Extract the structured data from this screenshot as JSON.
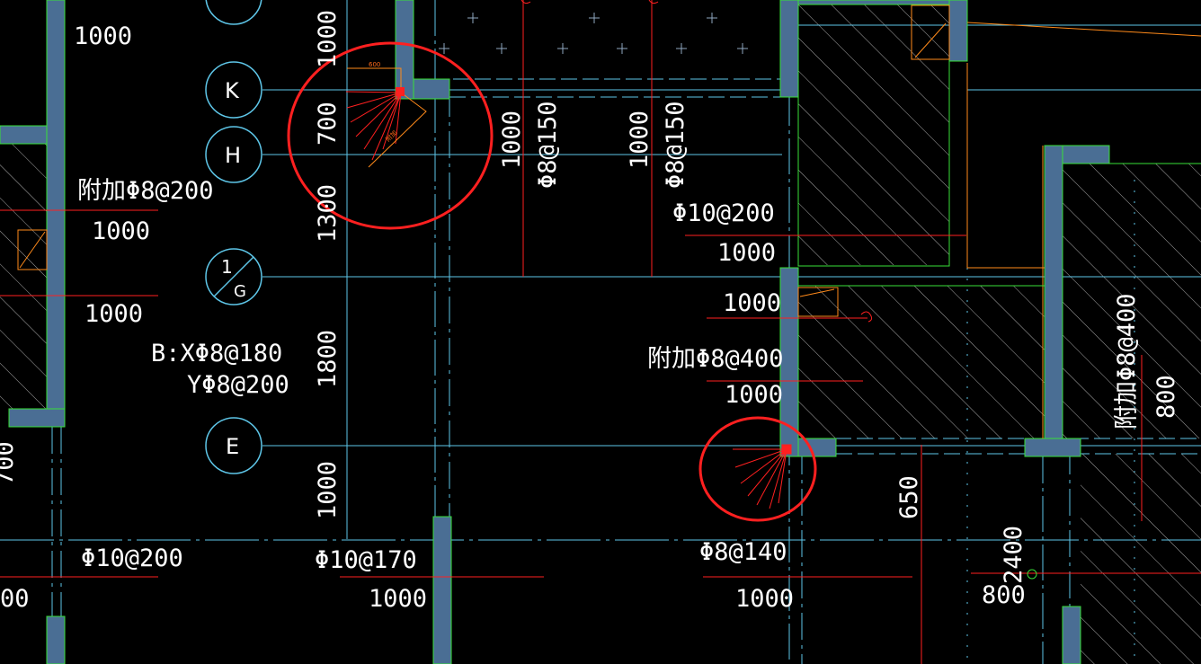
{
  "colors": {
    "background": "#000000",
    "axis": "#5ec6e8",
    "rebar": "#ff2020",
    "wall_fill": "#4a6e94",
    "wall_edge": "#38e038",
    "hatch": "#b0b0b0",
    "annotation_circle": "#ff2020",
    "orange": "#ff8a1a",
    "text": "#ffffff"
  },
  "grid_bubbles": {
    "top": "",
    "k": "K",
    "h": "H",
    "g_num": "1",
    "g_letter": "G",
    "e": "E"
  },
  "vertical_dims": {
    "d1000_top": "1000",
    "d700": "700",
    "d1300": "1300",
    "d1800": "1800",
    "d1000_bottom": "1000"
  },
  "labels": {
    "l_1000_top_left": "1000",
    "l_add8_200": "附加Φ8@200",
    "l_1000_left_a": "1000",
    "l_1000_left_b": "1000",
    "l_bx": "B:XΦ8@180",
    "l_by": "YΦ8@200",
    "l_10_200_bottom": "Φ10@200",
    "l_10_170": "Φ10@170",
    "l_1000_bottom_mid": "1000",
    "l_00_edge": "00",
    "l_10_200_right": "Φ10@200",
    "l_1000_right_a": "1000",
    "l_1000_right_b": "1000",
    "l_add8_400": "附加Φ8@400",
    "l_1000_right_c": "1000",
    "l_8_140": "Φ8@140",
    "l_1000_bottom_right": "1000",
    "l_800": "800",
    "l_700_edge": "700"
  },
  "vertical_labels": {
    "v_1000_a": "1000",
    "v_8_150_a": "Φ8@150",
    "v_1000_b": "1000",
    "v_8_150_b": "Φ8@150",
    "v_add8_400": "附加Φ8@400",
    "v_800": "800",
    "v_650": "650",
    "v_2400": "2400"
  },
  "small_marks": {
    "m_600": "600",
    "m_detail": "附加"
  }
}
